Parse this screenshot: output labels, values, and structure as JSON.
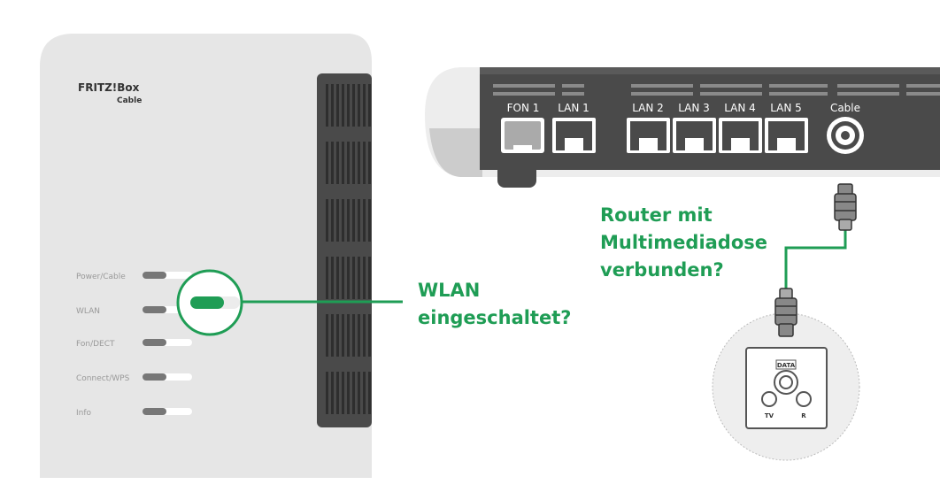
{
  "router_front": {
    "brand_line1": "FRITZ!Box",
    "brand_line2": "Cable",
    "leds": [
      {
        "label": "Power/Cable"
      },
      {
        "label": "WLAN"
      },
      {
        "label": "Fon/DECT"
      },
      {
        "label": "Connect/WPS"
      },
      {
        "label": "Info"
      }
    ],
    "highlighted_led": "WLAN"
  },
  "router_back": {
    "ports": [
      "FON 1",
      "LAN 1",
      "LAN 2",
      "LAN 3",
      "LAN 4",
      "LAN 5",
      "Cable"
    ]
  },
  "wall_socket": {
    "data_label": "DATA",
    "tv_label": "TV",
    "radio_label": "R"
  },
  "callouts": {
    "wlan_line1": "WLAN",
    "wlan_line2": "eingeschaltet?",
    "router_line1": "Router mit",
    "router_line2": "Multimediadose",
    "router_line3": "verbunden?"
  },
  "colors": {
    "accent_green": "#1f9d55",
    "device_grey": "#e6e6e6",
    "panel_dark": "#4a4a4a"
  }
}
